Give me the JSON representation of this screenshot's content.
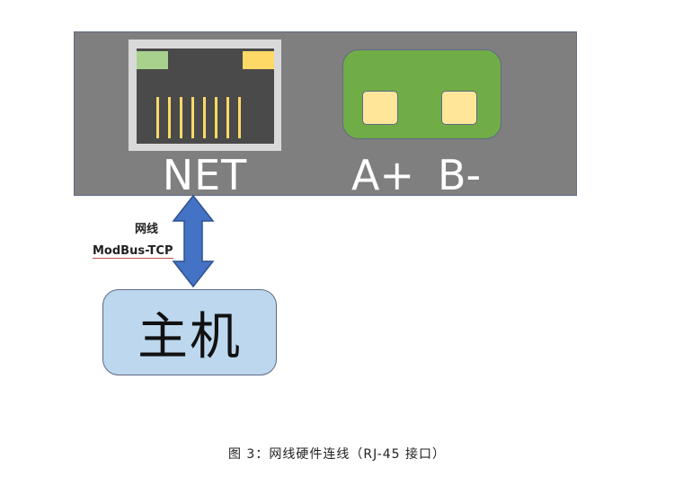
{
  "device": {
    "net_label": "NET",
    "terminal_a_label": "A+",
    "terminal_b_label": "B-"
  },
  "connection": {
    "cable_label": "网线",
    "protocol_label": "ModBus-TCP"
  },
  "host": {
    "label": "主机"
  },
  "caption": "图 3：网线硬件连线（RJ-45 接口）",
  "colors": {
    "panel": "#7f7f7f",
    "port_frame": "#d9d9d9",
    "port_inner": "#4a4a4a",
    "led_green": "#a9d18e",
    "led_yellow": "#ffd966",
    "terminal_block": "#70ad47",
    "terminal_pad": "#ffe699",
    "arrow": "#4472c4",
    "host_box": "#bdd7ee"
  }
}
